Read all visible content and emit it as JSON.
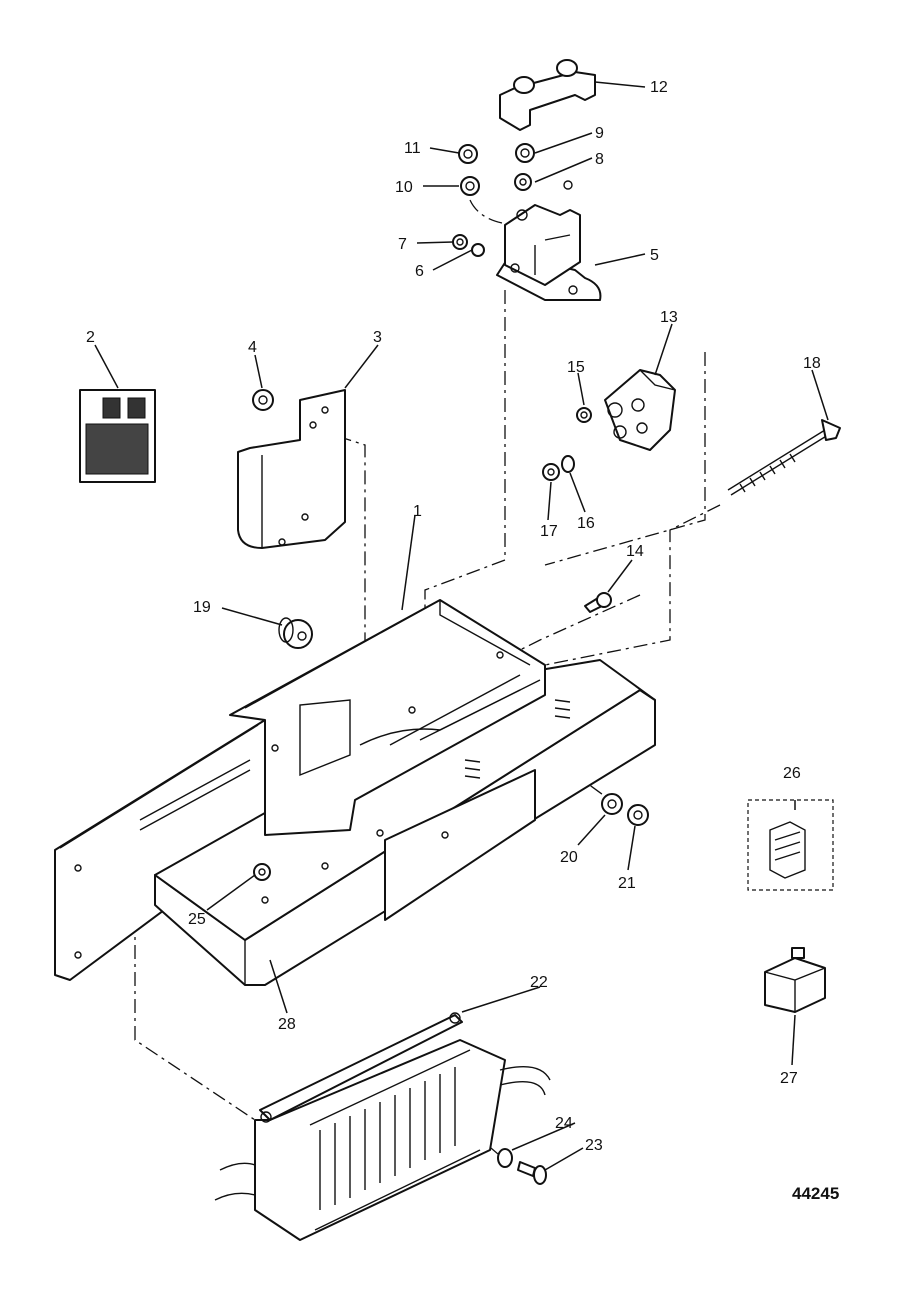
{
  "diagram": {
    "figure_number": "44245",
    "callouts": [
      {
        "id": "1",
        "label": "1"
      },
      {
        "id": "2",
        "label": "2"
      },
      {
        "id": "3",
        "label": "3"
      },
      {
        "id": "4",
        "label": "4"
      },
      {
        "id": "5",
        "label": "5"
      },
      {
        "id": "6",
        "label": "6"
      },
      {
        "id": "7",
        "label": "7"
      },
      {
        "id": "8",
        "label": "8"
      },
      {
        "id": "9",
        "label": "9"
      },
      {
        "id": "10",
        "label": "10"
      },
      {
        "id": "11",
        "label": "11"
      },
      {
        "id": "12",
        "label": "12"
      },
      {
        "id": "13",
        "label": "13"
      },
      {
        "id": "14",
        "label": "14"
      },
      {
        "id": "15",
        "label": "15"
      },
      {
        "id": "16",
        "label": "16"
      },
      {
        "id": "17",
        "label": "17"
      },
      {
        "id": "18",
        "label": "18"
      },
      {
        "id": "19",
        "label": "19"
      },
      {
        "id": "20",
        "label": "20"
      },
      {
        "id": "21",
        "label": "21"
      },
      {
        "id": "22",
        "label": "22"
      },
      {
        "id": "23",
        "label": "23"
      },
      {
        "id": "24",
        "label": "24"
      },
      {
        "id": "25",
        "label": "25"
      },
      {
        "id": "26",
        "label": "26"
      },
      {
        "id": "27",
        "label": "27"
      },
      {
        "id": "28",
        "label": "28"
      }
    ]
  }
}
